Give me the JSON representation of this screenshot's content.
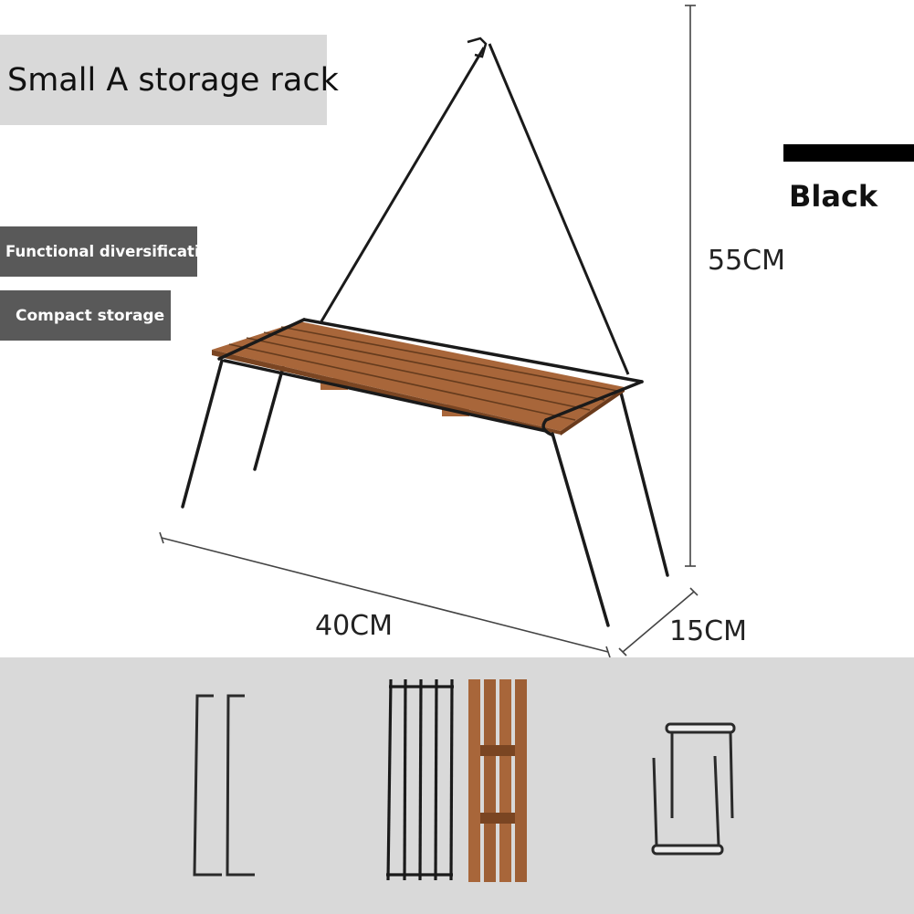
{
  "title": "Small A storage rack",
  "features": [
    {
      "label": "Functional diversification"
    },
    {
      "label": "Compact storage"
    }
  ],
  "color_option": {
    "name": "Black",
    "swatch": "#000000"
  },
  "dimensions": {
    "height": "55CM",
    "length": "40CM",
    "depth": "15CM"
  },
  "colors": {
    "frame": "#1a1a1a",
    "wood": "#a8663a",
    "wood_dark": "#7a4522",
    "panel_gray": "#d9d9d9",
    "tag_gray": "#595959"
  },
  "icons": {
    "rack": "assembled-rack-illustration",
    "parts": [
      "leg-pair-icon",
      "frame-and-slats-icon",
      "end-frames-icon"
    ]
  }
}
